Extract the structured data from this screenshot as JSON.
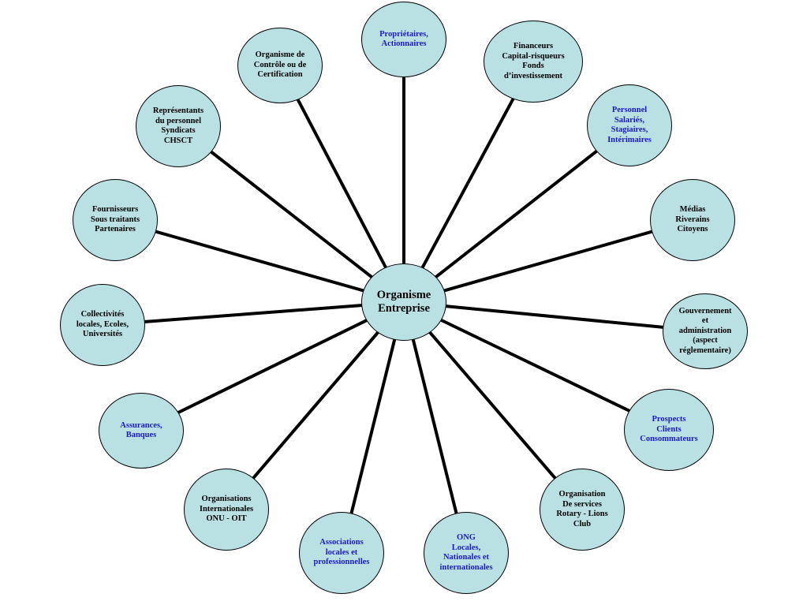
{
  "diagram": {
    "colors": {
      "node_fill": "#b9e0e3",
      "node_border": "#000000",
      "edge": "#000000",
      "text_default": "#000000",
      "text_blue": "#1a1acc"
    },
    "center": {
      "label": "Organisme\nEntreprise"
    },
    "stakeholders": [
      {
        "id": "proprietaires",
        "label": "Propriétaires,\nActionnaires",
        "color": "blue"
      },
      {
        "id": "financeurs",
        "label": "Financeurs\nCapital-risqueurs\nFonds\nd’investissement",
        "color": "black"
      },
      {
        "id": "personnel",
        "label": "Personnel\nSalariés,\nStagiaires,\nIntérimaires",
        "color": "blue"
      },
      {
        "id": "medias",
        "label": "Médias\nRiverains\nCitoyens",
        "color": "black"
      },
      {
        "id": "gouvernement",
        "label": "Gouvernement\net\nadministration\n(aspect\nréglementaire)",
        "color": "black"
      },
      {
        "id": "prospects",
        "label": "Prospects\nClients\nConsommateurs",
        "color": "blue"
      },
      {
        "id": "services",
        "label": "Organisation\nDe services\nRotary - Lions\nClub",
        "color": "black"
      },
      {
        "id": "ong",
        "label": "ONG\nLocales,\nNationales et\ninternationales",
        "color": "blue"
      },
      {
        "id": "associations",
        "label": "Associations\nlocales et\nprofessionnelles",
        "color": "blue"
      },
      {
        "id": "internationales",
        "label": "Organisations\nInternationales\nONU - OIT",
        "color": "black"
      },
      {
        "id": "assurances",
        "label": "Assurances,\nBanques",
        "color": "blue"
      },
      {
        "id": "collectivites",
        "label": "Collectivités\nlocales, Ecoles,\nUniversités",
        "color": "black"
      },
      {
        "id": "fournisseurs",
        "label": "Fournisseurs\nSous traitants\nPartenaires",
        "color": "black"
      },
      {
        "id": "representants",
        "label": "Représentants\ndu personnel\nSyndicats\nCHSCT",
        "color": "black"
      },
      {
        "id": "controle",
        "label": "Organisme de\nContrôle ou de\nCertification",
        "color": "black"
      }
    ]
  }
}
